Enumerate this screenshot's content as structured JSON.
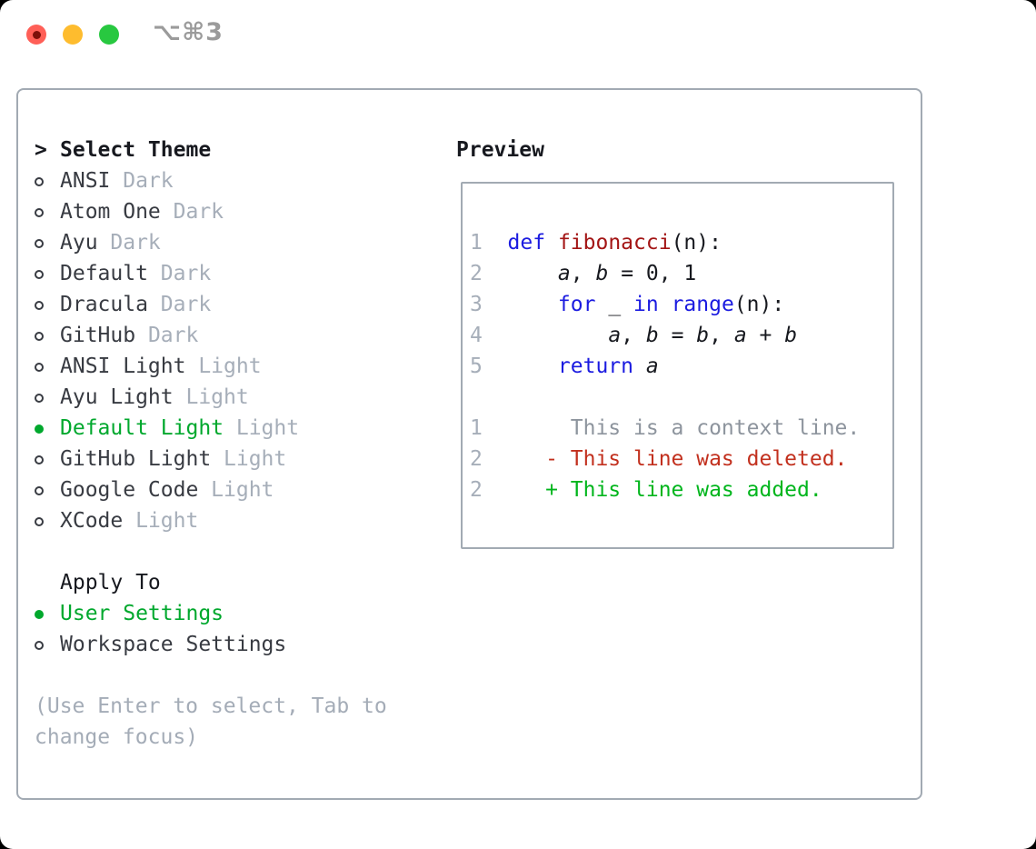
{
  "window": {
    "title": "⌥⌘3"
  },
  "traffic_lights": [
    {
      "name": "close",
      "color": "#ff5f57"
    },
    {
      "name": "minimize",
      "color": "#febc2e"
    },
    {
      "name": "zoom",
      "color": "#28c840"
    }
  ],
  "theme_picker": {
    "header_prefix": ">",
    "header": "Select Theme",
    "items": [
      {
        "name": "ANSI",
        "tag": "Dark",
        "selected": false
      },
      {
        "name": "Atom One",
        "tag": "Dark",
        "selected": false
      },
      {
        "name": "Ayu",
        "tag": "Dark",
        "selected": false
      },
      {
        "name": "Default",
        "tag": "Dark",
        "selected": false
      },
      {
        "name": "Dracula",
        "tag": "Dark",
        "selected": false
      },
      {
        "name": "GitHub",
        "tag": "Dark",
        "selected": false
      },
      {
        "name": "ANSI Light",
        "tag": "Light",
        "selected": false
      },
      {
        "name": "Ayu Light",
        "tag": "Light",
        "selected": false
      },
      {
        "name": "Default Light",
        "tag": "Light",
        "selected": true
      },
      {
        "name": "GitHub Light",
        "tag": "Light",
        "selected": false
      },
      {
        "name": "Google Code",
        "tag": "Light",
        "selected": false
      },
      {
        "name": "XCode",
        "tag": "Light",
        "selected": false
      }
    ]
  },
  "apply_to": {
    "header": "Apply To",
    "options": [
      {
        "name": "User Settings",
        "selected": true
      },
      {
        "name": "Workspace Settings",
        "selected": false
      }
    ]
  },
  "hint": "(Use Enter to select, Tab to change focus)",
  "preview": {
    "header": "Preview",
    "code_lines": [
      {
        "num": "1",
        "tokens": [
          {
            "t": "kw",
            "s": "def"
          },
          {
            "t": "pl",
            "s": " "
          },
          {
            "t": "fn",
            "s": "fibonacci"
          },
          {
            "t": "pl",
            "s": "(n):"
          }
        ]
      },
      {
        "num": "2",
        "tokens": [
          {
            "t": "pl",
            "s": "    "
          },
          {
            "t": "id",
            "s": "a"
          },
          {
            "t": "pl",
            "s": ", "
          },
          {
            "t": "id",
            "s": "b"
          },
          {
            "t": "pl",
            "s": " = 0, 1"
          }
        ]
      },
      {
        "num": "3",
        "tokens": [
          {
            "t": "pl",
            "s": "    "
          },
          {
            "t": "kw",
            "s": "for"
          },
          {
            "t": "pl",
            "s": " _ "
          },
          {
            "t": "kw",
            "s": "in"
          },
          {
            "t": "pl",
            "s": " "
          },
          {
            "t": "kw",
            "s": "range"
          },
          {
            "t": "pl",
            "s": "(n):"
          }
        ]
      },
      {
        "num": "4",
        "tokens": [
          {
            "t": "pl",
            "s": "        "
          },
          {
            "t": "id",
            "s": "a"
          },
          {
            "t": "pl",
            "s": ", "
          },
          {
            "t": "id",
            "s": "b"
          },
          {
            "t": "pl",
            "s": " = "
          },
          {
            "t": "id",
            "s": "b"
          },
          {
            "t": "pl",
            "s": ", "
          },
          {
            "t": "id",
            "s": "a"
          },
          {
            "t": "pl",
            "s": " + "
          },
          {
            "t": "id",
            "s": "b"
          }
        ]
      },
      {
        "num": "5",
        "tokens": [
          {
            "t": "pl",
            "s": "    "
          },
          {
            "t": "kw",
            "s": "return"
          },
          {
            "t": "pl",
            "s": " "
          },
          {
            "t": "id",
            "s": "a"
          }
        ]
      }
    ],
    "diff_lines": [
      {
        "num": "1",
        "type": "context",
        "text": "     This is a context line."
      },
      {
        "num": "2",
        "type": "deleted",
        "text": "   - This line was deleted."
      },
      {
        "num": "2",
        "type": "added",
        "text": "   + This line was added."
      }
    ]
  },
  "colors": {
    "selection_green": "#00a82d",
    "diff_added_green": "#00b51c",
    "diff_deleted_red": "#c2301e",
    "keyword_blue": "#1b1be0",
    "function_red": "#a31515",
    "tag_gray": "#a6aeb9",
    "context_gray": "#8d949d",
    "hint_gray": "#a4acb7",
    "border_gray": "#a2aab3"
  }
}
